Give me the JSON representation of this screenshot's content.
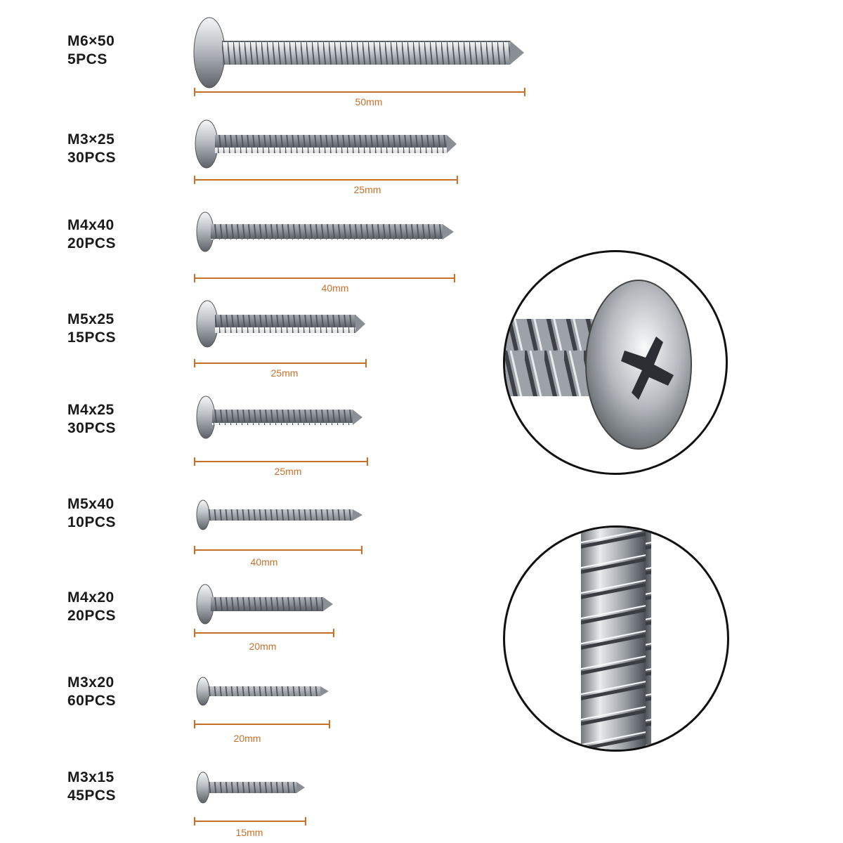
{
  "items": [
    {
      "size": "M6×50",
      "qty": "5PCS",
      "dim": "50mm"
    },
    {
      "size": "M3×25",
      "qty": "30PCS",
      "dim": "25mm"
    },
    {
      "size": "M4x40",
      "qty": "20PCS",
      "dim": "40mm"
    },
    {
      "size": "M5x25",
      "qty": "15PCS",
      "dim": "25mm"
    },
    {
      "size": "M4x25",
      "qty": "30PCS",
      "dim": "25mm"
    },
    {
      "size": "M5x40",
      "qty": "10PCS",
      "dim": "40mm"
    },
    {
      "size": "M4x20",
      "qty": "20PCS",
      "dim": "20mm"
    },
    {
      "size": "M3x20",
      "qty": "60PCS",
      "dim": "20mm"
    },
    {
      "size": "M3x15",
      "qty": "45PCS",
      "dim": "15mm"
    }
  ],
  "colors": {
    "dimension": "#c8702a",
    "steel_light": "#e6e8ea",
    "steel_dark": "#6d7278",
    "label": "#1a1a1a"
  }
}
